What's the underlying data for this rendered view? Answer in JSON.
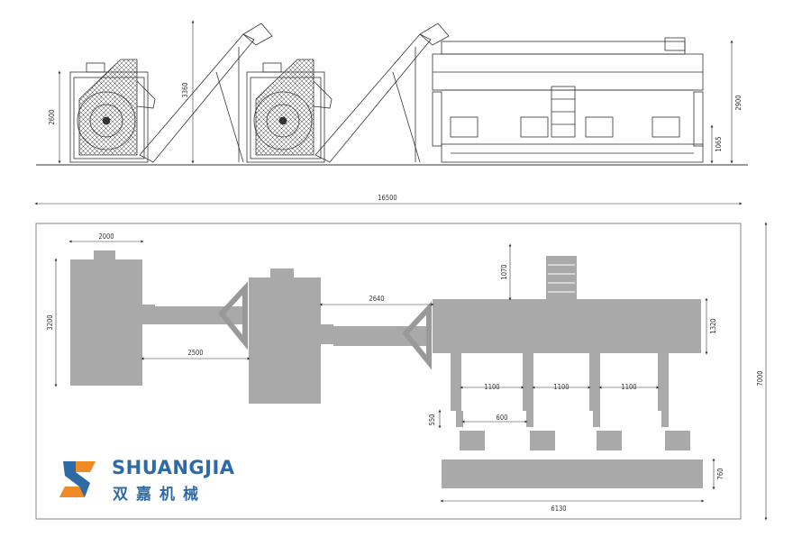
{
  "brand": {
    "name": "SHUANGJIA",
    "name_cn": "双嘉机械",
    "primary_color": "#2d6aa6",
    "accent_color": "#f08a24"
  },
  "elevation_dims": {
    "h1": "2600",
    "h2": "3360",
    "h3": "2900",
    "h4": "1065"
  },
  "plan_dims": {
    "total_length": "16500",
    "total_width": "7000",
    "machine1_width": "2000",
    "machine1_depth": "3200",
    "gap1": "2500",
    "gap2": "2640",
    "hopper_height": "1070",
    "tank_depth": "1320",
    "pitch_1": "1100",
    "pitch_2": "1100",
    "pitch_3": "1100",
    "offset_small": "550",
    "spacing_small": "600",
    "bottom_width": "6130",
    "bottom_depth": "760"
  }
}
